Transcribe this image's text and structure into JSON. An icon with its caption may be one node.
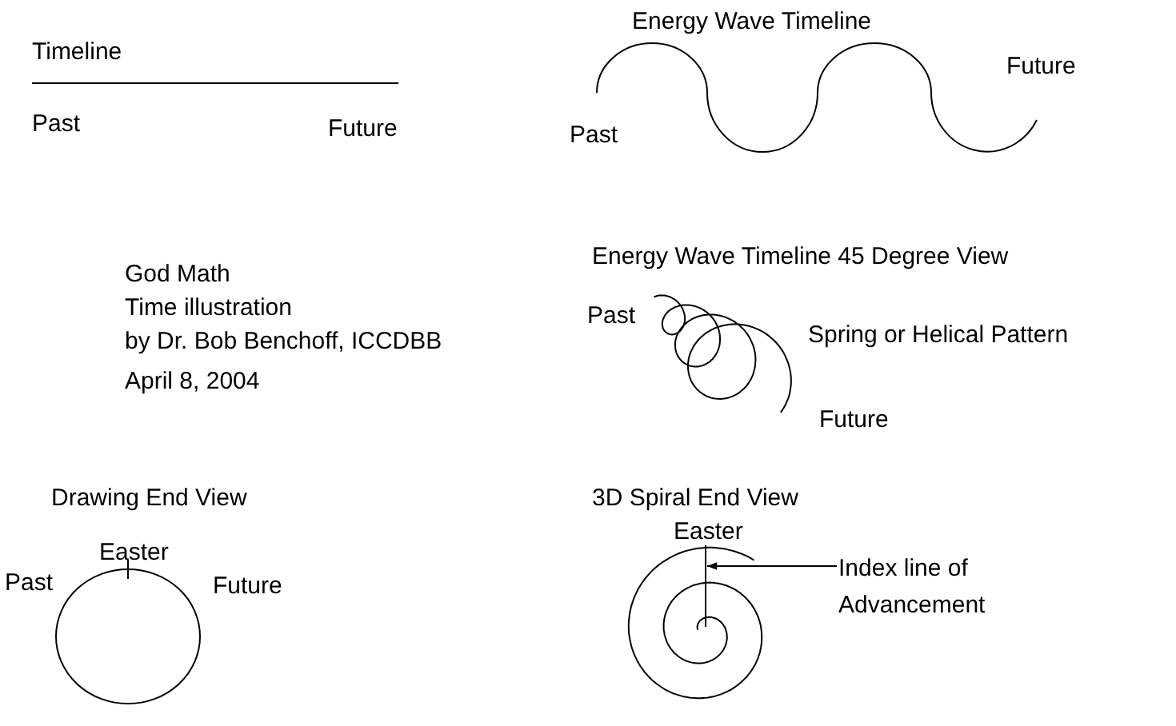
{
  "diagram": {
    "nodes": [
      {
        "text": [
          "Index line of Advancement"
        ]
      },
      {
        "text": [],
        "shape": "line"
      }
    ],
    "edges": [
      {
        "from": 0,
        "to": 1,
        "arrow": "to"
      }
    ],
    "labels": [
      "Timeline",
      "Past",
      "Future",
      "Energy Wave Timeline",
      "Past",
      "Future",
      "God Math",
      "Time illustration",
      "by Dr. Bob Benchoff, ICCDBB",
      "April 8, 2004",
      "Energy Wave Timeline 45 Degree View",
      "Past",
      "Spring or Helical Pattern",
      "Future",
      "Drawing End View",
      "Easter",
      "Past",
      "Future",
      "3D Spiral End View",
      "Easter"
    ]
  }
}
